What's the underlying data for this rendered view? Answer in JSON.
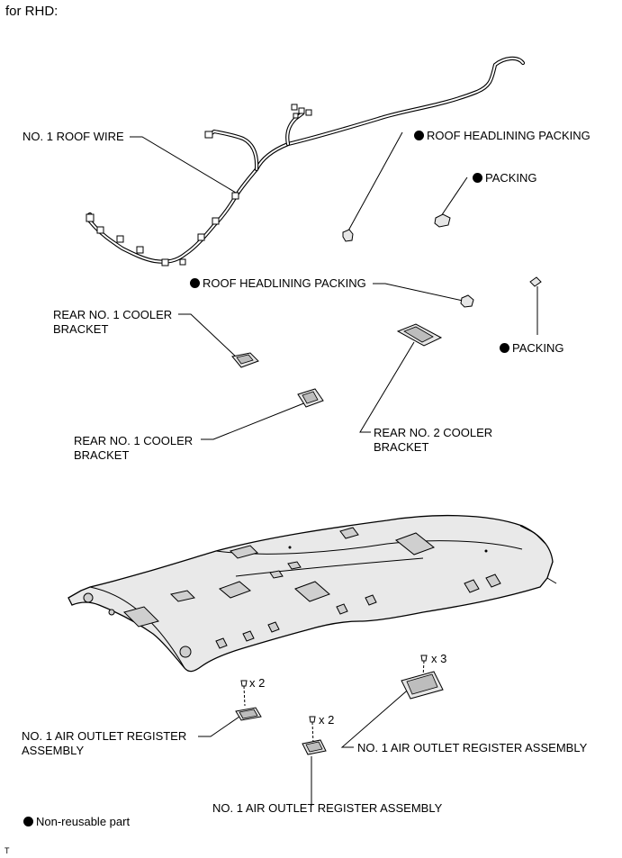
{
  "header": {
    "title": "for RHD:"
  },
  "labels": {
    "roof_wire": "NO. 1 ROOF WIRE",
    "roof_headlining_packing_1": "ROOF HEADLINING PACKING",
    "packing_1": "PACKING",
    "roof_headlining_packing_2": "ROOF HEADLINING PACKING",
    "packing_2": "PACKING",
    "rear_no1_cooler_bracket_1_line1": "REAR NO. 1 COOLER",
    "rear_no1_cooler_bracket_1_line2": "BRACKET",
    "rear_no1_cooler_bracket_2_line1": "REAR NO. 1 COOLER",
    "rear_no1_cooler_bracket_2_line2": "BRACKET",
    "rear_no2_cooler_bracket_line1": "REAR NO. 2 COOLER",
    "rear_no2_cooler_bracket_line2": "BRACKET",
    "air_outlet_left_line1": "NO. 1 AIR OUTLET REGISTER",
    "air_outlet_left_line2": "ASSEMBLY",
    "air_outlet_right": "NO. 1 AIR OUTLET REGISTER ASSEMBLY",
    "air_outlet_bottom": "NO. 1 AIR OUTLET REGISTER ASSEMBLY",
    "qty_x2_a": "x 2",
    "qty_x2_b": "x 2",
    "qty_x3": "x 3"
  },
  "legend": {
    "non_reusable": "Non-reusable part"
  },
  "footer": {
    "code": "T"
  }
}
